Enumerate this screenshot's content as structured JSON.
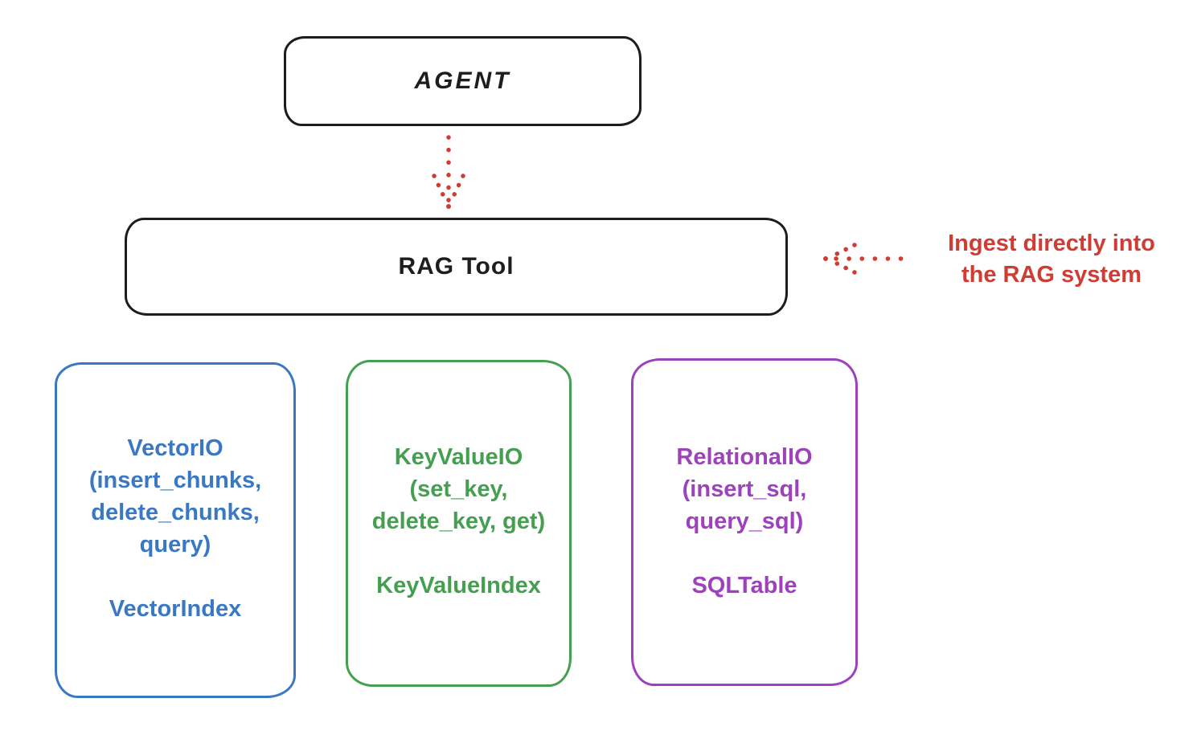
{
  "agent_box": {
    "label": "AGENT"
  },
  "rag_tool_box": {
    "label": "RAG Tool"
  },
  "annotation": {
    "lines": [
      "Ingest directly into",
      "the RAG system"
    ],
    "color": "#d03c34"
  },
  "io_boxes": [
    {
      "title": "VectorIO",
      "methods": [
        "(insert_chunks,",
        "delete_chunks,",
        "query)"
      ],
      "index": "VectorIndex",
      "color": "#3b78c3"
    },
    {
      "title": "KeyValueIO",
      "methods": [
        "(set_key,",
        "delete_key, get)"
      ],
      "index": "KeyValueIndex",
      "color": "#44a050"
    },
    {
      "title": "RelationalIO",
      "methods": [
        "(insert_sql,",
        "query_sql)"
      ],
      "index": "SQLTable",
      "color": "#9d41bd"
    }
  ],
  "colors": {
    "ink": "#1d1d1d",
    "red": "#d03c34",
    "blue": "#3b78c3",
    "green": "#44a050",
    "purple": "#9d41bd",
    "background": "#ffffff"
  }
}
